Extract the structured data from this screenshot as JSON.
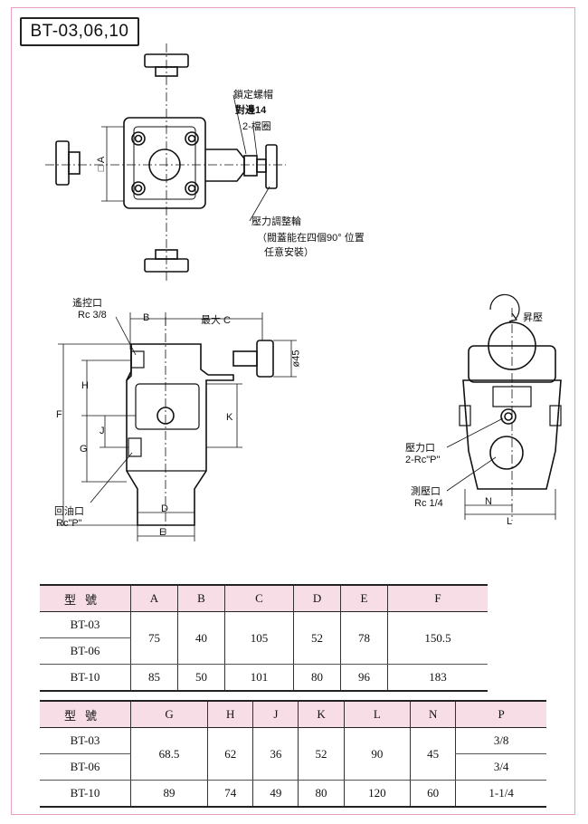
{
  "title": "BT-03,06,10",
  "top_view": {
    "label_lock_nut": "鎖定螺帽",
    "label_across_flats": "對邊14",
    "label_stop_ring": "2-檔圈",
    "label_adjust_knob": "壓力調整輪",
    "label_note_line1": "（閥蓋能在四個90° 位置",
    "label_note_line2": "任意安裝）",
    "dim_a": "□ A"
  },
  "side_view": {
    "label_remote_port": "遙控口",
    "label_remote_size": "Rc 3/8",
    "label_return_port": "回油口",
    "label_return_size": "Rc\"P\"",
    "dim_b": "B",
    "dim_c": "最大 C",
    "dim_d": "D",
    "dim_e": "E",
    "dim_f": "F",
    "dim_g": "G",
    "dim_h": "H",
    "dim_j": "J",
    "dim_k": "K",
    "dim_dia": "ø45"
  },
  "end_view": {
    "label_pressure_up": "昇壓",
    "label_pressure_port": "壓力口",
    "label_pressure_size": "2-Rc\"P\"",
    "label_gauge_port": "測壓口",
    "label_gauge_size": "Rc 1/4",
    "dim_n": "N",
    "dim_l": "L"
  },
  "table1": {
    "headers": [
      "型號",
      "A",
      "B",
      "C",
      "D",
      "E",
      "F"
    ],
    "rows": [
      {
        "model": "BT-03",
        "A": "75",
        "B": "40",
        "C": "105",
        "D": "52",
        "E": "78",
        "F": "150.5"
      },
      {
        "model": "BT-06"
      },
      {
        "model": "BT-10",
        "A": "85",
        "B": "50",
        "C": "101",
        "D": "80",
        "E": "96",
        "F": "183"
      }
    ]
  },
  "table2": {
    "headers": [
      "型號",
      "G",
      "H",
      "J",
      "K",
      "L",
      "N",
      "P"
    ],
    "rows": [
      {
        "model": "BT-03",
        "G": "68.5",
        "H": "62",
        "J": "36",
        "K": "52",
        "L": "90",
        "N": "45",
        "P": "3/8"
      },
      {
        "model": "BT-06",
        "P": "3/4"
      },
      {
        "model": "BT-10",
        "G": "89",
        "H": "74",
        "J": "49",
        "K": "80",
        "L": "120",
        "N": "60",
        "P": "1-1/4"
      }
    ]
  }
}
